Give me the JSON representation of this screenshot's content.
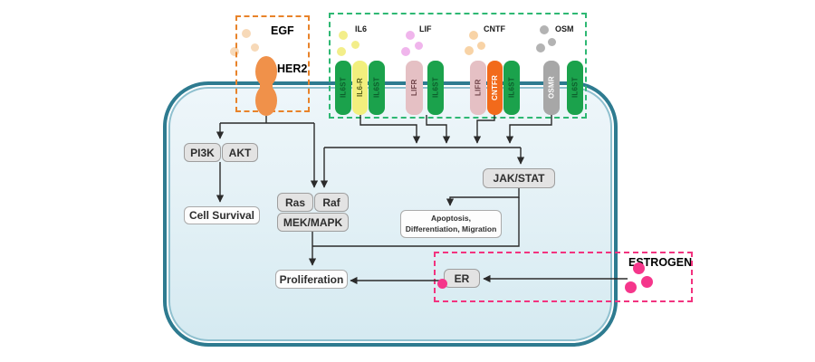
{
  "palette": {
    "cell_membrane": "#2e7b90",
    "cell_fill_top": "#eef6fa",
    "cell_fill_bottom": "#d5eaf1",
    "arrow_color": "#2b2b2b",
    "node_gray_fill": "#e3e3e3",
    "node_white_fill": "#fdfdfd"
  },
  "egf_panel": {
    "border": "#e8832a",
    "ligand": "EGF",
    "ligand_dot_color": "#f7d9b8",
    "receptor": "HER2",
    "receptor_color": "#f0914a"
  },
  "cytokine_panel": {
    "border": "#2eb873",
    "ligands": [
      {
        "name": "IL6",
        "dot_color": "#f3ee8a"
      },
      {
        "name": "LIF",
        "dot_color": "#f0b5ec"
      },
      {
        "name": "CNTF",
        "dot_color": "#f8d3a6"
      },
      {
        "name": "OSM",
        "dot_color": "#b3b3b3"
      }
    ],
    "receptors": [
      {
        "label": "IL6ST",
        "bg": "#1ba24c",
        "fg": "#0d5e2c"
      },
      {
        "label": "IL6-R",
        "bg": "#f2ef7d",
        "fg": "#55611c"
      },
      {
        "label": "IL6ST",
        "bg": "#1ba24c",
        "fg": "#0d5e2c"
      },
      {
        "label": "LIFR",
        "bg": "#e5c0c4",
        "fg": "#6f4349"
      },
      {
        "label": "IL6ST",
        "bg": "#1ba24c",
        "fg": "#0d5e2c"
      },
      {
        "label": "LIFR",
        "bg": "#e5c0c4",
        "fg": "#6f4349"
      },
      {
        "label": "CNTFR",
        "bg": "#f26a1b",
        "fg": "#ffffff"
      },
      {
        "label": "IL6ST",
        "bg": "#1ba24c",
        "fg": "#0d5e2c"
      },
      {
        "label": "OSMR",
        "bg": "#a7a7a7",
        "fg": "#ffffff"
      },
      {
        "label": "IL6ST",
        "bg": "#1ba24c",
        "fg": "#0d5e2c"
      }
    ]
  },
  "estrogen_panel": {
    "border": "#f2337f",
    "label": "ESTROGEN",
    "dot_color": "#f5368b"
  },
  "nodes": {
    "pi3k": "PI3K",
    "akt": "AKT",
    "cell_survival": "Cell Survival",
    "ras": "Ras",
    "raf": "Raf",
    "mek_mapk": "MEK/MAPK",
    "jak_stat": "JAK/STAT",
    "apoptosis": "Apoptosis, Differentiation, Migration",
    "proliferation": "Proliferation",
    "er": "ER"
  }
}
